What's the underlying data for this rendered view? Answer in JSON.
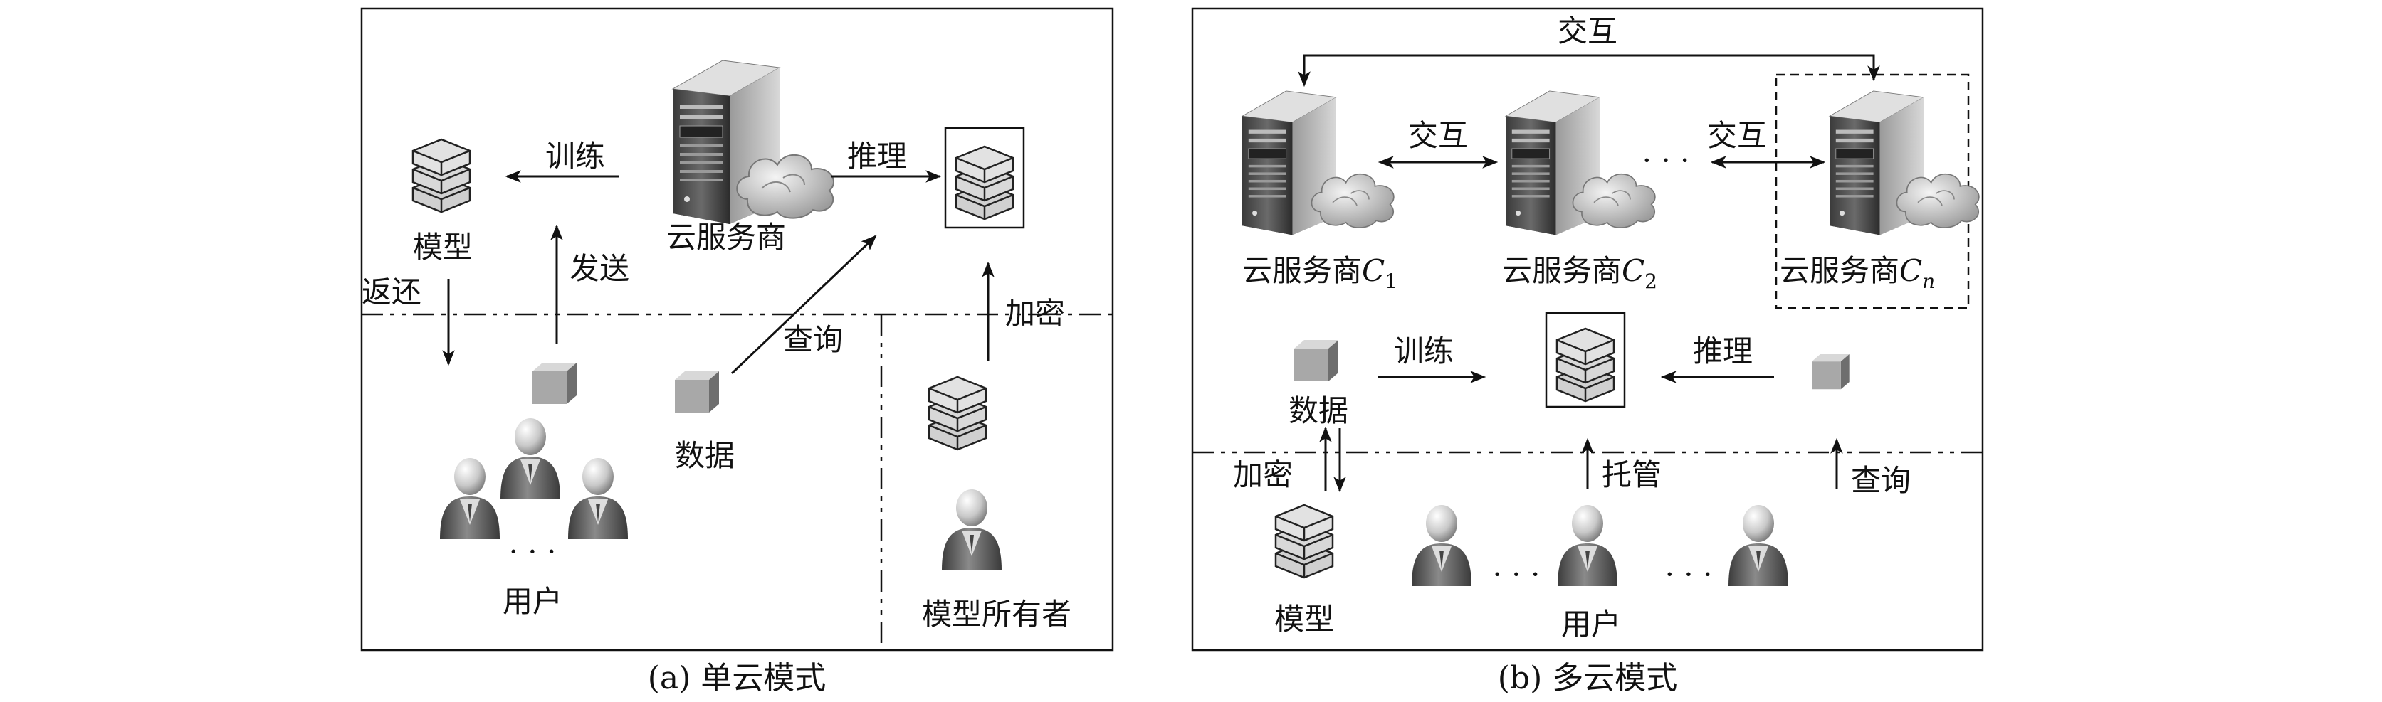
{
  "panel_a": {
    "caption": "(a)  单云模式",
    "model_label": "模型",
    "train_label": "训练",
    "cloud_label": "云服务商",
    "infer_label": "推理",
    "return_label": "返还",
    "send_label": "发送",
    "query_label": "查询",
    "encrypt_label": "加密",
    "data_label": "数据",
    "ellipsis": "· · ·",
    "users_label": "用户",
    "owner_label": "模型所有者"
  },
  "panel_b": {
    "caption": "(b)  多云模式",
    "interact_top_label": "交互",
    "interact_1_label": "交互",
    "interact_2_label": "交互",
    "cloud_prefix": "云服务商",
    "cloud_1_sub": "1",
    "cloud_2_sub": "2",
    "cloud_n_sub": "n",
    "cloud_symbol": "C",
    "ellipsis_clouds": "· · ·",
    "data_label": "数据",
    "train_label": "训练",
    "infer_label": "推理",
    "encrypt_label": "加密",
    "host_label": "托管",
    "query_label": "查询",
    "model_label": "模型",
    "ellipsis_1": "· · ·",
    "ellipsis_2": "· · ·",
    "users_label": "用户"
  }
}
